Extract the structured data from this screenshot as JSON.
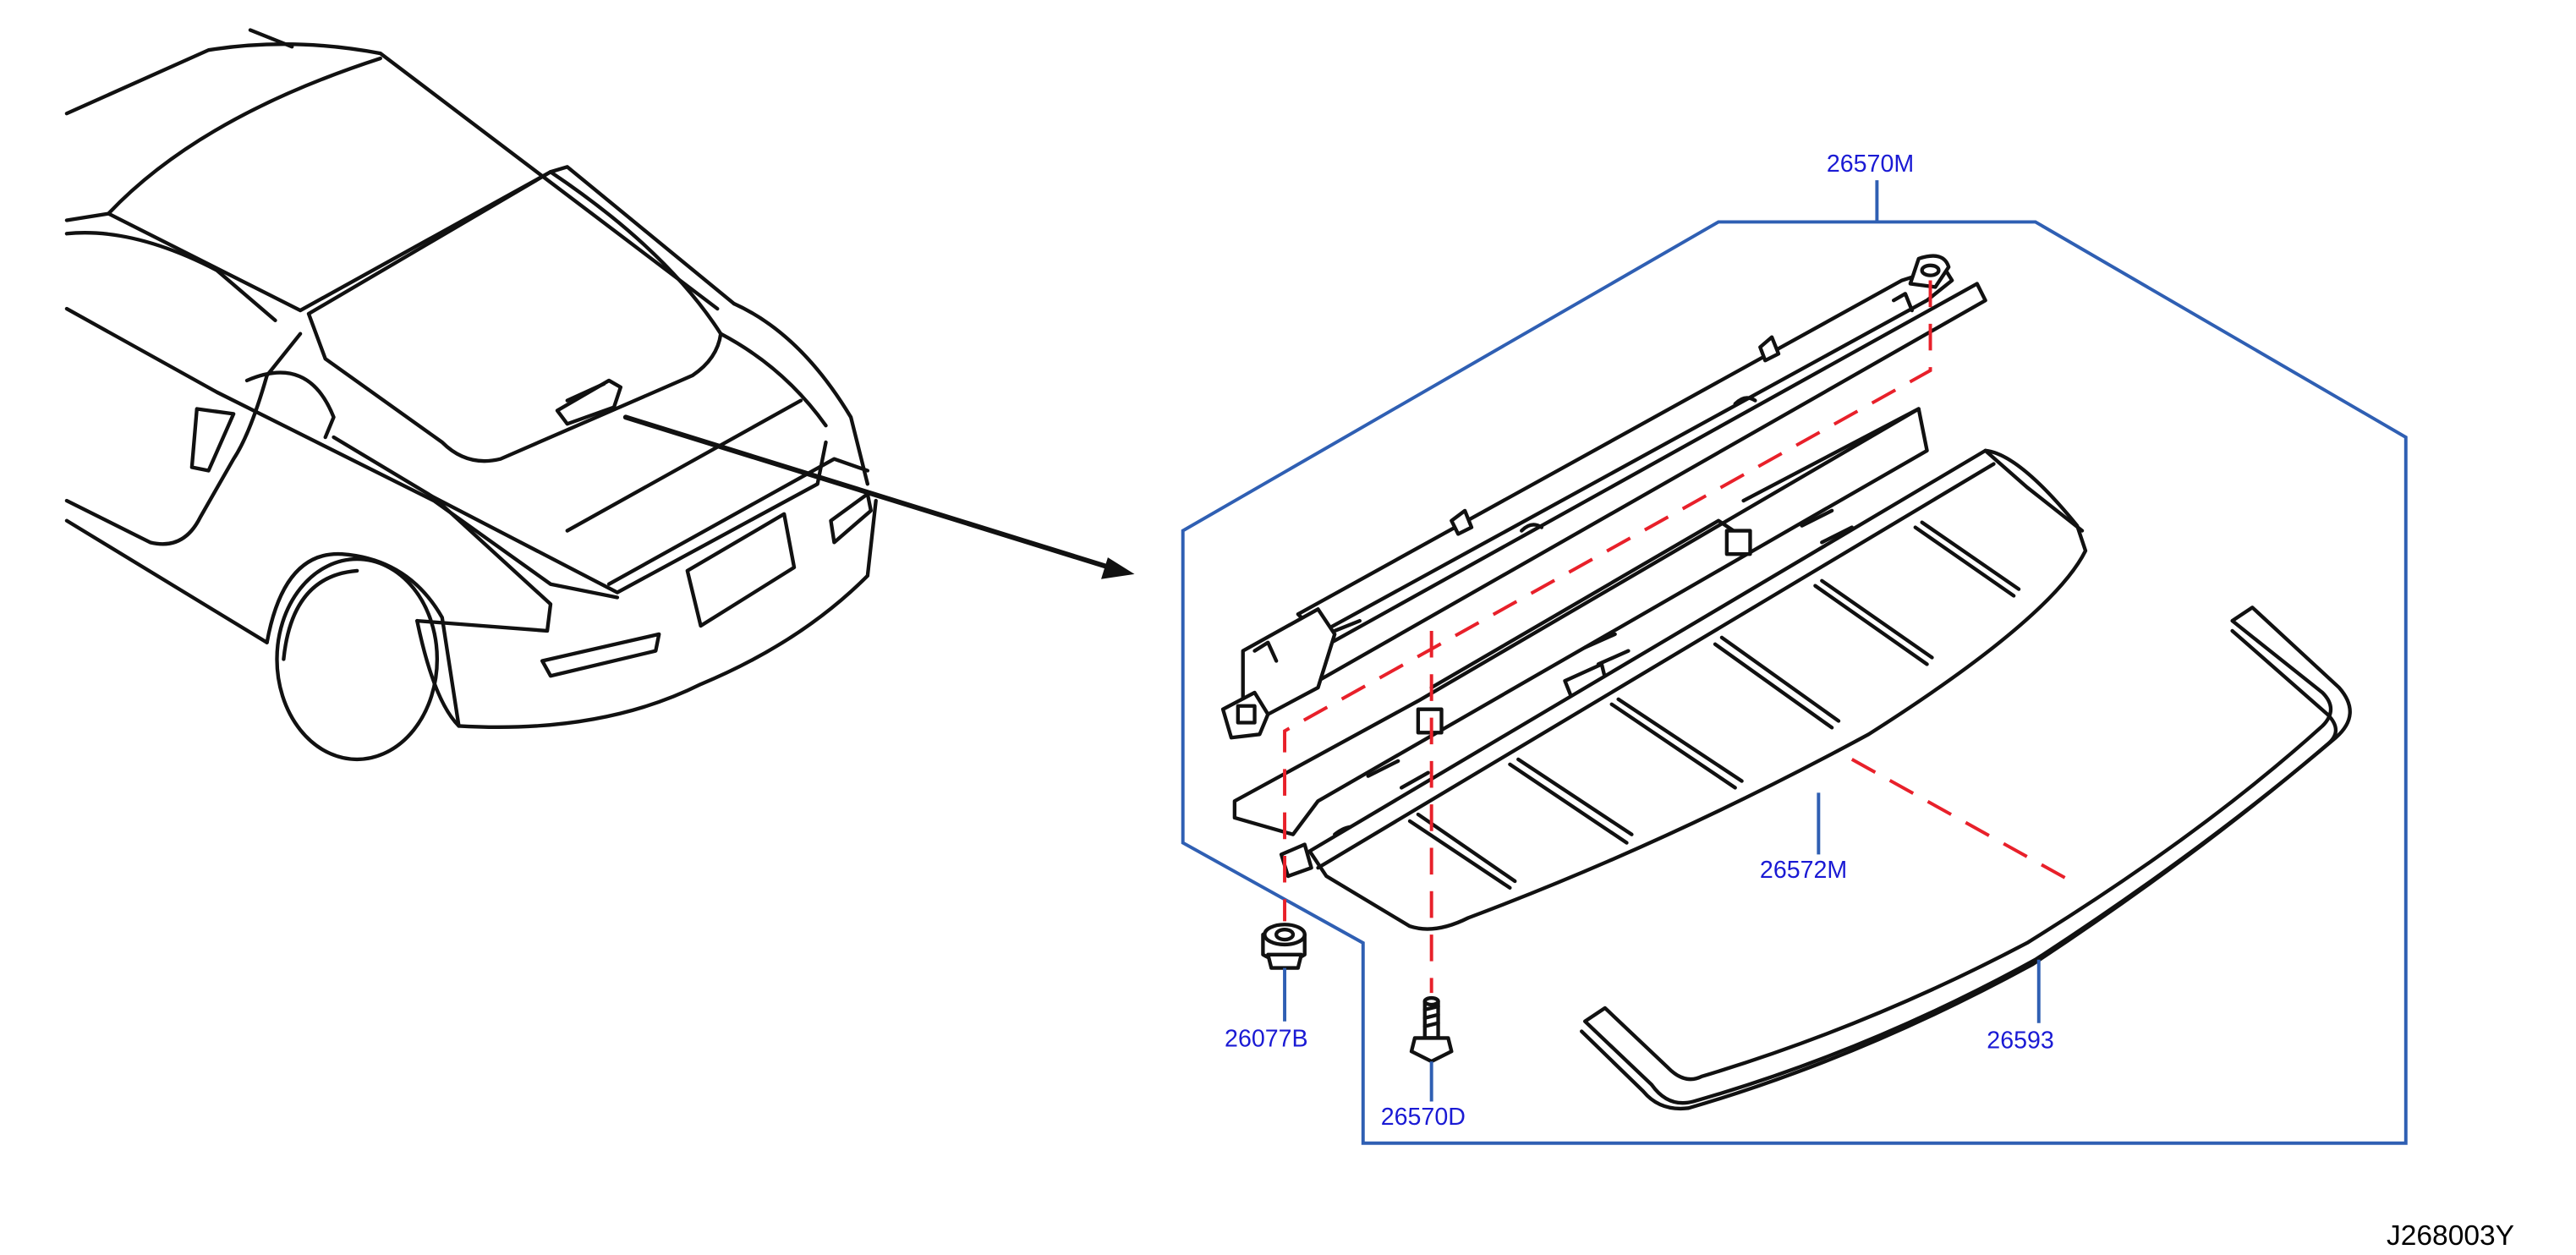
{
  "labels": {
    "frame_assembly": "26570M",
    "lens_cover": "26572M",
    "seal": "26593",
    "nut": "26077B",
    "screw": "26570D"
  },
  "diagram_code": "J268003Y",
  "colors": {
    "label_text": "#1a1ad4",
    "frame_line": "#2f5fb3",
    "dash_line": "#e8202a",
    "ink": "#111111"
  }
}
